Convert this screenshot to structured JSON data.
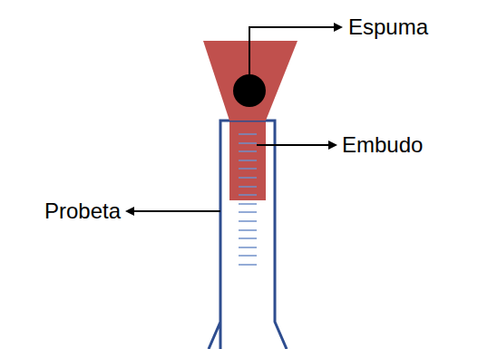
{
  "diagram": {
    "labels": [
      "Espuma",
      "Embudo",
      "Probeta"
    ]
  }
}
